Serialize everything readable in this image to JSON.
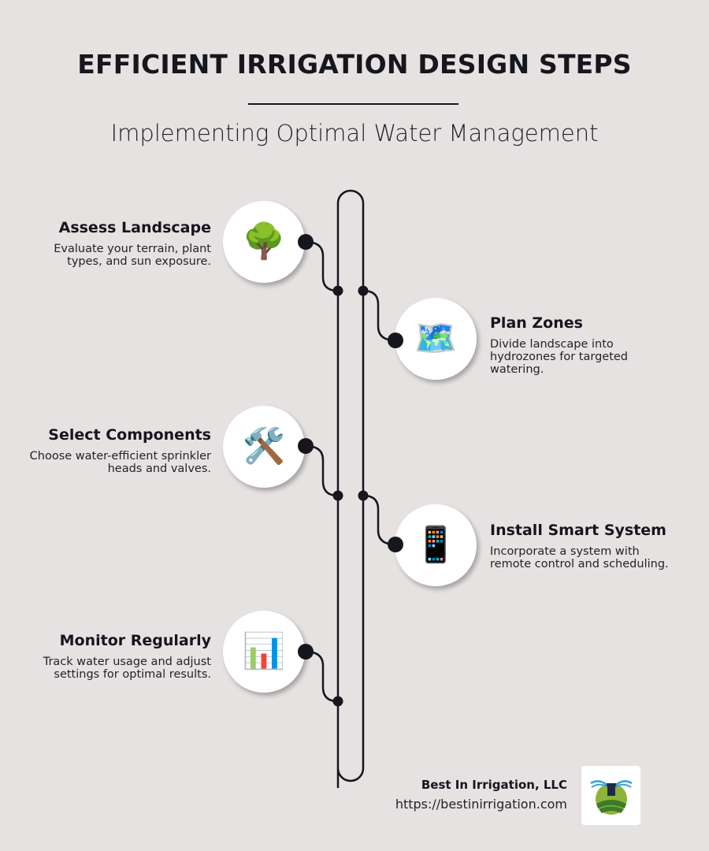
{
  "header": {
    "title": "EFFICIENT IRRIGATION DESIGN STEPS",
    "subtitle": "Implementing Optimal Water Management"
  },
  "steps": [
    {
      "title": "Assess Landscape",
      "description": "Evaluate your terrain, plant types, and sun exposure.",
      "icon": "tree-icon",
      "glyph": "🌳",
      "side": "left"
    },
    {
      "title": "Plan Zones",
      "description": "Divide landscape into hydrozones for targeted watering.",
      "icon": "world-map-icon",
      "glyph": "🗺️",
      "side": "right"
    },
    {
      "title": "Select Components",
      "description": "Choose water-efficient sprinkler heads and valves.",
      "icon": "hammer-and-wrench-icon",
      "glyph": "🛠️",
      "side": "left"
    },
    {
      "title": "Install Smart System",
      "description": "Incorporate a system with remote control and scheduling.",
      "icon": "mobile-phone-icon",
      "glyph": "📱",
      "side": "right"
    },
    {
      "title": "Monitor Regularly",
      "description": "Track water usage and adjust settings for optimal results.",
      "icon": "bar-chart-icon",
      "glyph": "📊",
      "side": "left"
    }
  ],
  "footer": {
    "company": "Best In Irrigation, LLC",
    "url": "https://bestinirrigation.com",
    "logo": "sprinkler-logo-icon"
  },
  "colors": {
    "background": "#e6e2e1",
    "line": "#16161f",
    "circle": "#ffffff"
  }
}
